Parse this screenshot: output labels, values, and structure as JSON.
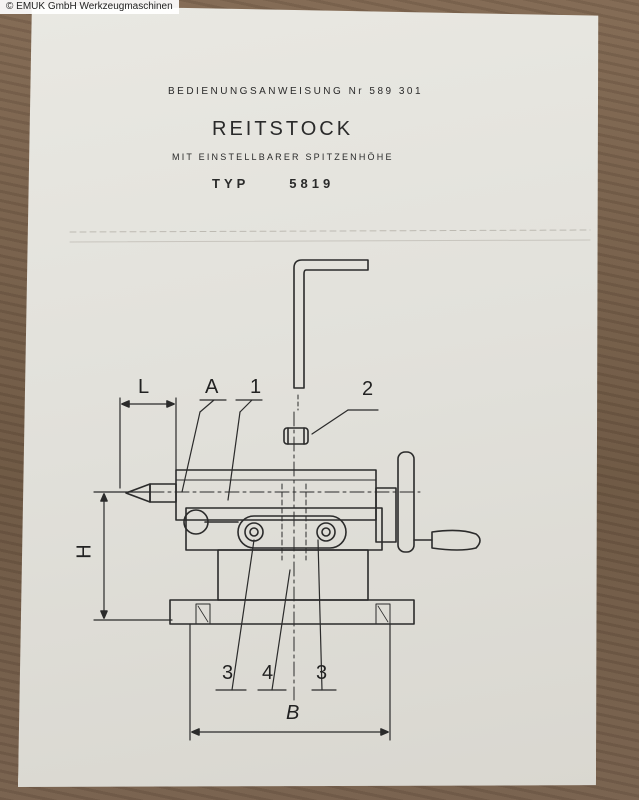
{
  "watermark": "© EMUK GmbH Werkzeugmaschinen",
  "document": {
    "header_line": "BEDIENUNGSANWEISUNG  Nr 589 301",
    "title": "REITSTOCK",
    "subtitle": "MIT EINSTELLBARER SPITZENHÖHE",
    "type_label": "TYP",
    "type_number": "5819"
  },
  "drawing": {
    "labels": {
      "L": "L",
      "A": "A",
      "one": "1",
      "two": "2",
      "H": "H",
      "three_left": "3",
      "four": "4",
      "three_right": "3",
      "B": "B"
    }
  }
}
